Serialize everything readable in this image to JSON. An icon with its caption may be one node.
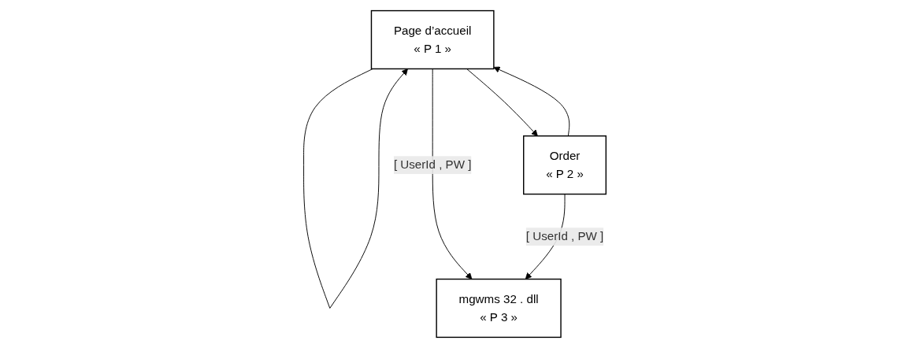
{
  "diagram": {
    "nodes": [
      {
        "text": [
          "Page d’accueil",
          "« P 1 »"
        ]
      },
      {
        "text": [
          "mgwms 32 . dll",
          "« P 3 »"
        ]
      },
      {
        "text": [
          "Order",
          "« P 2 »"
        ]
      }
    ],
    "edges": [
      {
        "from": 0,
        "to": 0,
        "arrow": "to"
      },
      {
        "from": 0,
        "to": 1,
        "arrow": "to",
        "label": "[ UserId , PW ]"
      },
      {
        "from": 0,
        "to": 2,
        "arrow": "to"
      },
      {
        "from": 2,
        "to": 0,
        "arrow": "to"
      },
      {
        "from": 2,
        "to": 1,
        "arrow": "to",
        "label": "[ UserId , PW ]"
      }
    ]
  }
}
